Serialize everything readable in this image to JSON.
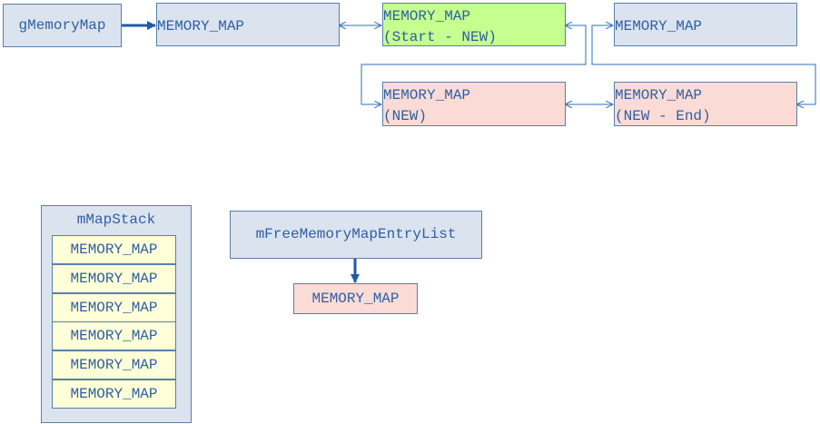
{
  "linked_list": {
    "head_label": "gMemoryMap",
    "nodes": [
      {
        "line1": "MEMORY_MAP",
        "line2": ""
      },
      {
        "line1": "MEMORY_MAP",
        "line2": "(Start - NEW)"
      },
      {
        "line1": "MEMORY_MAP",
        "line2": ""
      },
      {
        "line1": "MEMORY_MAP",
        "line2": "(NEW)"
      },
      {
        "line1": "MEMORY_MAP",
        "line2": "(NEW - End)"
      }
    ]
  },
  "map_stack": {
    "title": "mMapStack",
    "items": [
      "MEMORY_MAP",
      "MEMORY_MAP",
      "MEMORY_MAP",
      "MEMORY_MAP",
      "MEMORY_MAP",
      "MEMORY_MAP"
    ]
  },
  "free_list": {
    "head_label": "mFreeMemoryMapEntryList",
    "node_label": "MEMORY_MAP"
  },
  "colors": {
    "existing_node": "#dbe3ef",
    "start_node": "#c5ff8f",
    "new_node": "#fadbd6",
    "stack_item": "#ffffd8",
    "text": "#2e5fa3",
    "arrow": "#1f5aa6"
  }
}
